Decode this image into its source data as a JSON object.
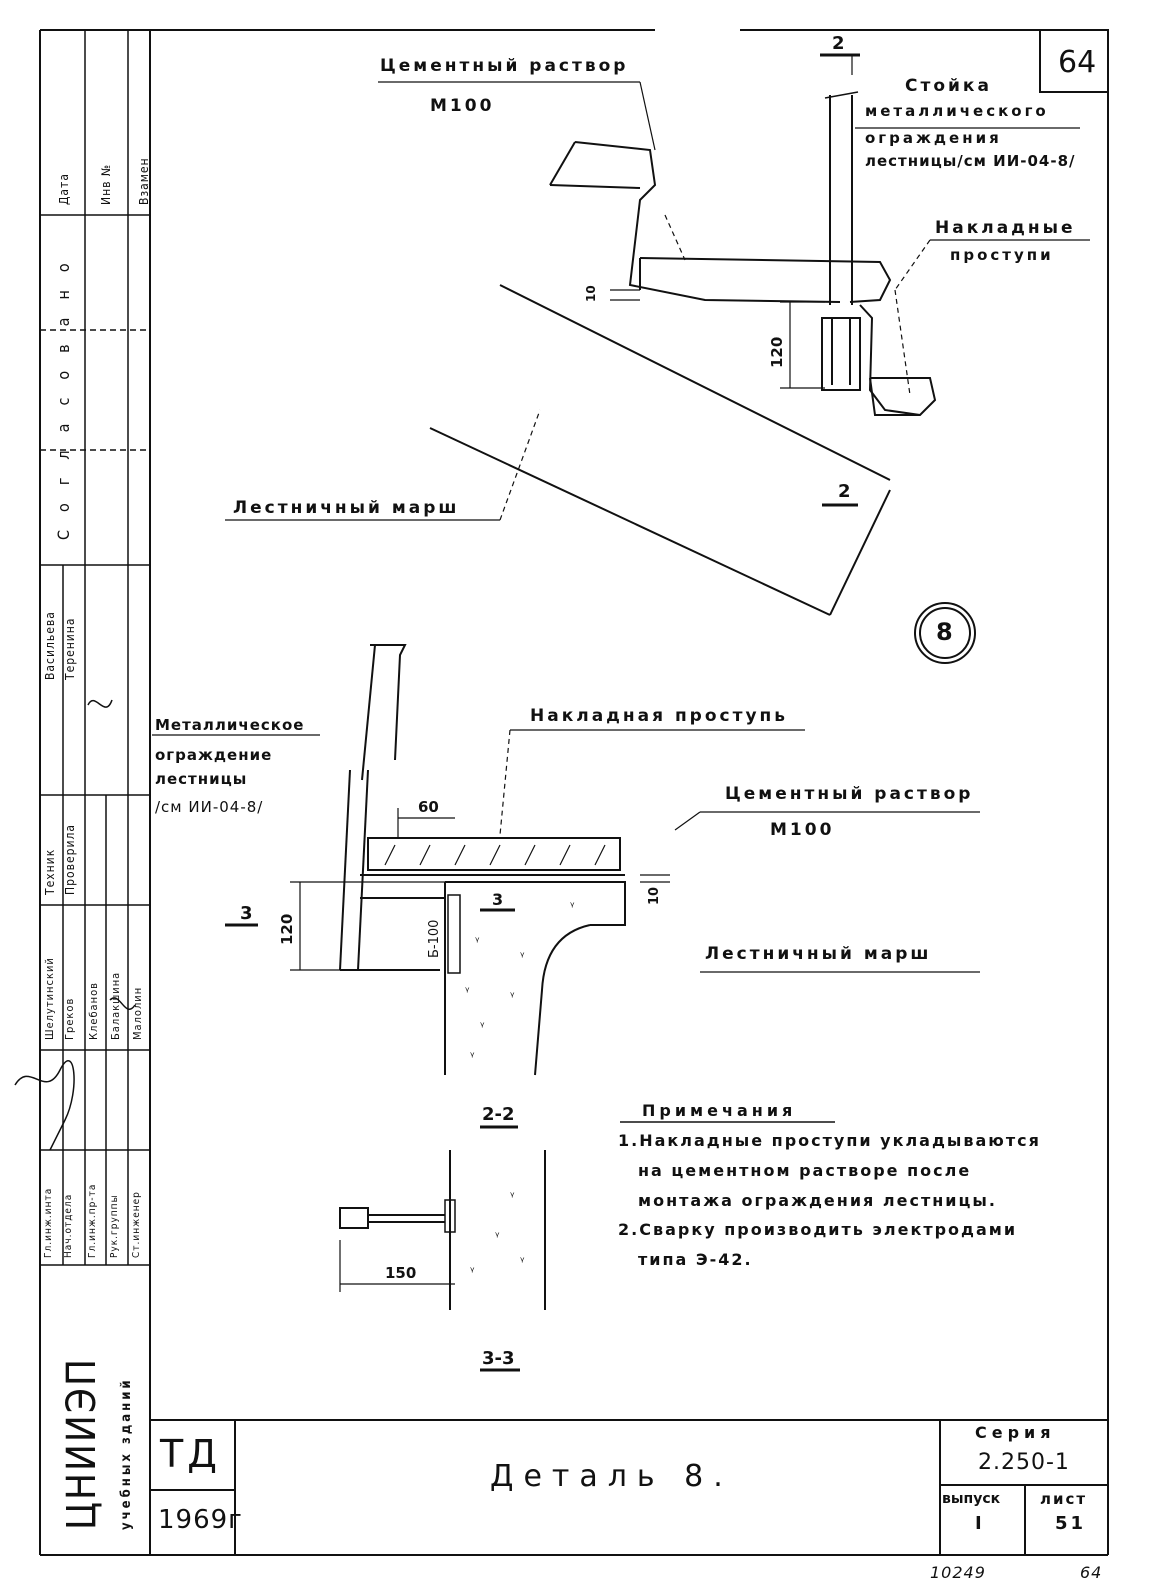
{
  "sheet_number_top": "64",
  "top_detail": {
    "cement_label": "Цементный раствор",
    "cement_grade": "М100",
    "post_label_1": "Стойка",
    "post_label_2": "металлического",
    "post_label_3": "ограждения",
    "post_label_4": "лестницы/см ИИ-04-8/",
    "nosing_label_1": "Накладные",
    "nosing_label_2": "проступи",
    "stair_label": "Лестничный марш",
    "dim_10": "10",
    "dim_120": "120",
    "section_mark": "2"
  },
  "detail_number": "8",
  "middle_detail": {
    "railing_label_1": "Металлическое",
    "railing_label_2": "ограждение",
    "railing_label_3": "лестницы",
    "railing_label_4": "/см ИИ-04-8/",
    "nosing_label": "Накладная проступь",
    "cement_label": "Цементный раствор",
    "cement_grade": "М100",
    "stair_label": "Лестничный марш",
    "dim_60": "60",
    "dim_10": "10",
    "dim_120": "120",
    "plate_label": "Б-100",
    "section_3_mark": "3",
    "section_3_mark_left": "3",
    "section_caption": "2-2"
  },
  "section_3_3": {
    "dim_150": "150",
    "caption": "3-3"
  },
  "notes": {
    "heading": "Примечания",
    "line1": "1.Накладные проступи укладываются",
    "line2": "на цементном растворе после",
    "line3": "монтажа ограждения лестницы.",
    "line4": "2.Сварку производить электродами",
    "line5": "типа Э-42."
  },
  "side_stamp": {
    "col_date": "Дата",
    "col_inv": "Инв №",
    "col_replace": "Взамен",
    "agreed": "Согласовано",
    "agreed_names_1": "Васильева",
    "agreed_names_2": "Теренина",
    "roles_1": "Техник",
    "roles_2": "Проверила",
    "names_1": "Шелутинский",
    "names_2": "Греков",
    "names_3": "Клебанов",
    "names_4": "Балакшина",
    "names_5": "Малолин",
    "pos_1": "Гл.инж.инта",
    "pos_2": "Нач.отдела",
    "pos_3": "Гл.инж.пр-та",
    "pos_4": "Рук.группы",
    "pos_5": "Ст.инженер",
    "org": "ЦНИИЭП",
    "org_sub": "учебных зданий"
  },
  "title_block": {
    "td": "ТД",
    "year": "1969г",
    "title": "Деталь 8.",
    "series_label": "Серия",
    "series_value": "2.250-1",
    "issue_label": "выпуск",
    "issue_value": "I",
    "sheet_label": "лист",
    "sheet_value": "51"
  },
  "footer": {
    "inventory_number": "10249",
    "page": "64"
  },
  "colors": {
    "ink": "#111111",
    "paper": "#ffffff"
  }
}
